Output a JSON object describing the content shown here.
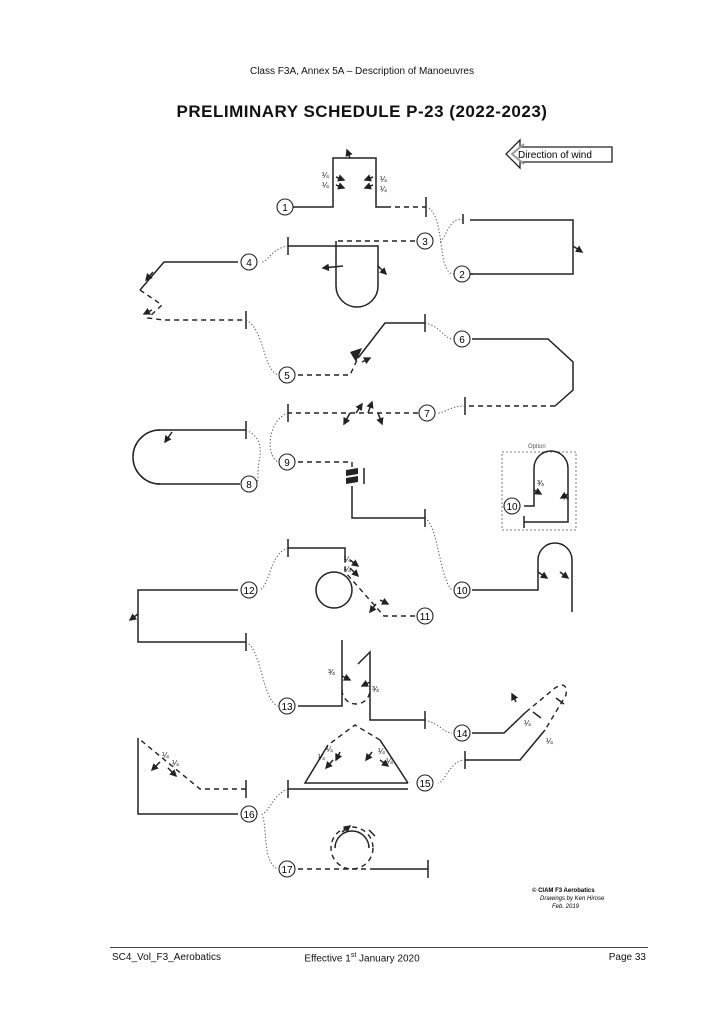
{
  "header": {
    "text": "Class F3A, Annex 5A – Description of Manoeuvres"
  },
  "title": "PRELIMINARY SCHEDULE P-23   (2022-2023)",
  "wind": {
    "label": "Direction of wind"
  },
  "option": {
    "label": "Option"
  },
  "manoeuvre_numbers": [
    "1",
    "2",
    "3",
    "4",
    "5",
    "6",
    "7",
    "8",
    "9",
    "10",
    "11",
    "12",
    "13",
    "14",
    "15",
    "16",
    "17"
  ],
  "fractions": {
    "quarter": "¼",
    "three_quarter": "¾"
  },
  "credit": {
    "line1": "© CIAM F3 Aerobatics",
    "line2": "Drawings by Ken Hirose",
    "line3": "Feb. 2019"
  },
  "footer": {
    "left": "SC4_Vol_F3_Aerobatics",
    "center_prefix": "Effective 1",
    "center_sup": "st",
    "center_suffix": " January 2020",
    "right": "Page 33"
  }
}
